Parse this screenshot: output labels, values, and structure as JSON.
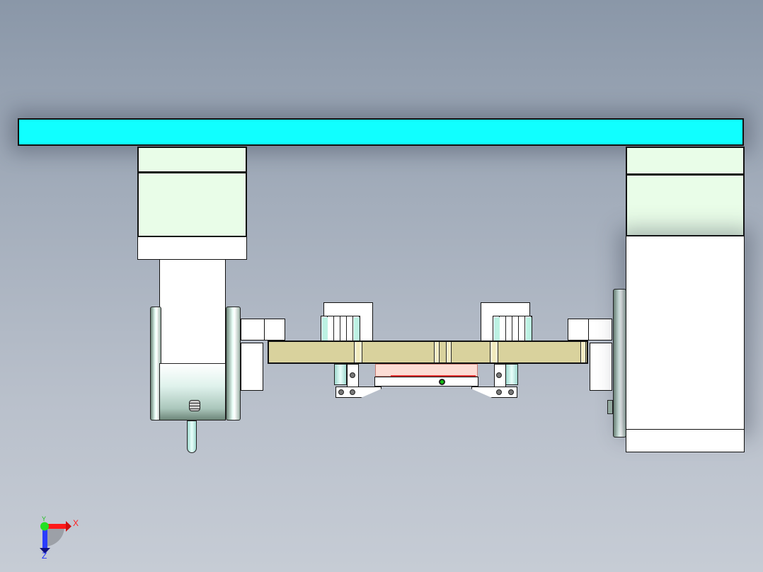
{
  "viewport": {
    "type": "3D CAD model view",
    "background_gradient": [
      "#8a97a8",
      "#c6ccd5"
    ]
  },
  "model": {
    "components": [
      {
        "name": "top-beam",
        "color": "#10ffff"
      },
      {
        "name": "left-motor-housing",
        "color": "#e9fde8"
      },
      {
        "name": "right-motor-housing",
        "color": "#e9fde8"
      },
      {
        "name": "left-drum",
        "color": "#dff2ec"
      },
      {
        "name": "right-drum-flange",
        "color": "#dff2ec"
      },
      {
        "name": "carriage-plate",
        "color": "#d9d29d"
      },
      {
        "name": "gear-pulley-left",
        "color": "#bdf2e3"
      },
      {
        "name": "gear-pulley-right",
        "color": "#bdf2e3"
      },
      {
        "name": "center-slider",
        "color": "#fcdcd4"
      },
      {
        "name": "left-clamp-bracket",
        "color": "#ffffff"
      },
      {
        "name": "right-clamp-bracket",
        "color": "#ffffff"
      },
      {
        "name": "hook-pin",
        "color": "#e9fffb"
      }
    ]
  },
  "triad": {
    "x_label": "X",
    "y_label": "Y",
    "z_label": "Z",
    "x_color": "#ff2020",
    "y_color": "#20e020",
    "z_color": "#2030ff"
  }
}
